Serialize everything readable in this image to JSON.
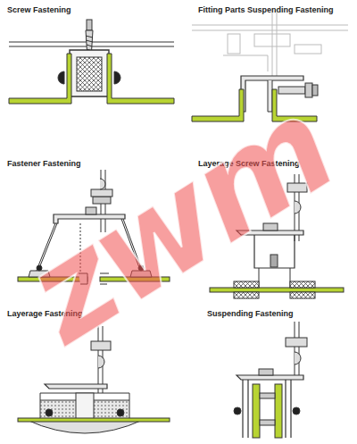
{
  "diagram": {
    "labels": [
      "Screw Fastening",
      "Fitting Parts Suspending Fastening",
      "Fastener Fastening",
      "Layerage Screw Fastening",
      "Layerage Fastening",
      "Suspending Fastening",
      "zwm"
    ]
  }
}
